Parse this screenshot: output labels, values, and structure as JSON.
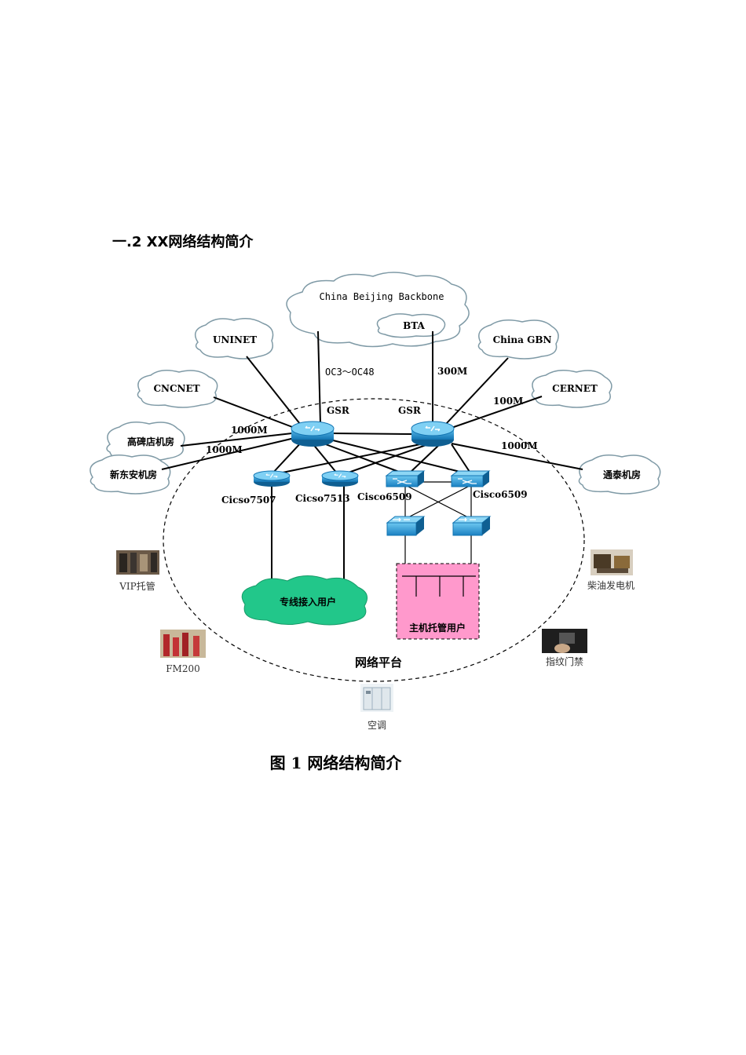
{
  "section_heading": "一.2  XX网络结构简介",
  "caption": "图 1 网络结构简介",
  "clouds": {
    "backbone": "China Beijing Backbone",
    "bta": "BTA",
    "uninet": "UNINET",
    "china_gbn": "China GBN",
    "cncnet": "CNCNET",
    "cernet": "CERNET",
    "gaobeidian": "高碑店机房",
    "xindongan": "新东安机房",
    "tongtai": "通泰机房",
    "leased_line_users": "专线接入用户"
  },
  "link_labels": {
    "oc": "OC3～OC48",
    "m300": "300M",
    "m100": "100M",
    "m1000_a": "1000M",
    "m1000_b": "1000M",
    "m1000_c": "1000M"
  },
  "devices": {
    "gsr_left": "GSR",
    "gsr_right": "GSR",
    "cisco7507": "Cicso7507",
    "cisco7513": "Cicso7513",
    "cisco6509_a": "Cisco6509",
    "cisco6509_b": "Cisco6509"
  },
  "hosting_box": "主机托管用户",
  "platform_label": "网络平台",
  "facilities": {
    "vip": "VIP托管",
    "fm200": "FM200",
    "diesel": "柴油发电机",
    "fingerprint": "指纹门禁",
    "aircon": "空调"
  },
  "colors": {
    "router_blue": "#1a87c8",
    "cloud_green": "#22c78a",
    "hosting_pink": "#ff99cc"
  }
}
